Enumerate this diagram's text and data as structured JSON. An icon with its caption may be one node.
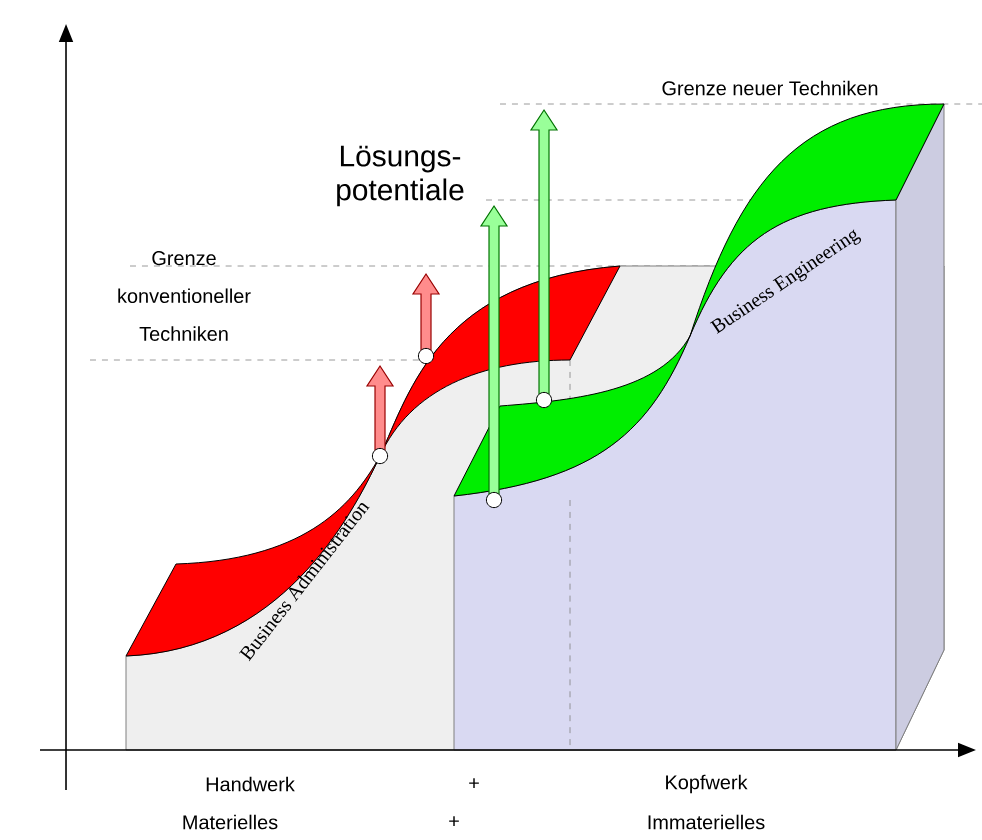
{
  "diagram": {
    "labels": [
      "Grenze neuer Techniken",
      "Lösungs- potentiale",
      "Grenze konventioneller Techniken",
      "Business Engineering",
      "Business Administration",
      "Handwerk",
      "+",
      "Kopfwerk",
      "Materielles",
      "+",
      "Immaterielles"
    ]
  }
}
